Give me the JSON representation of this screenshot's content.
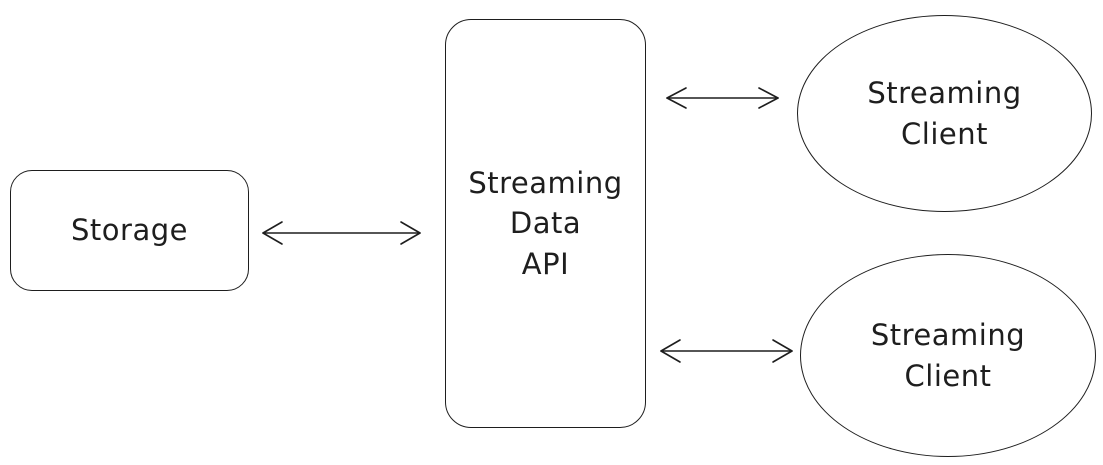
{
  "nodes": {
    "storage": {
      "label": "Storage"
    },
    "api": {
      "label": "Streaming\nData\nAPI"
    },
    "client_top": {
      "label": "Streaming\nClient"
    },
    "client_bottom": {
      "label": "Streaming\nClient"
    }
  },
  "colors": {
    "stroke": "#1e1e1e",
    "background": "#ffffff"
  }
}
